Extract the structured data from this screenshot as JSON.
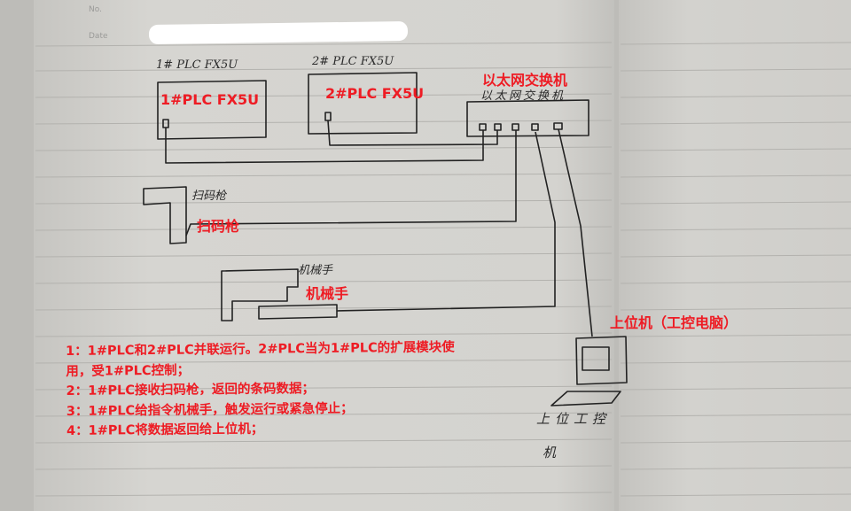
{
  "notebook_header": {
    "no_label": "No.",
    "date_label": "Date"
  },
  "handwritten": {
    "plc1": "1# PLC FX5U",
    "plc2": "2# PLC FX5U",
    "switch": "以太网交换机",
    "scanner": "扫码枪",
    "robot": "机械手",
    "pc_line1": "上位工控",
    "pc_line2": "机"
  },
  "labels": {
    "plc1": "1#PLC FX5U",
    "plc2": "2#PLC FX5U",
    "switch": "以太网交换机",
    "scanner": "扫码枪",
    "robot": "机械手",
    "pc": "上位机（工控电脑）"
  },
  "notes": [
    "1：1#PLC和2#PLC并联运行。2#PLC当为1#PLC的扩展模块使",
    "用，受1#PLC控制；",
    "2：1#PLC接收扫码枪，返回的条码数据；",
    "3：1#PLC给指令机械手，触发运行或紧急停止；",
    "4：1#PLC将数据返回给上位机；"
  ],
  "colors": {
    "annotation": "#ee1c24",
    "ink": "#222222",
    "paper": "#d3d2ce"
  }
}
